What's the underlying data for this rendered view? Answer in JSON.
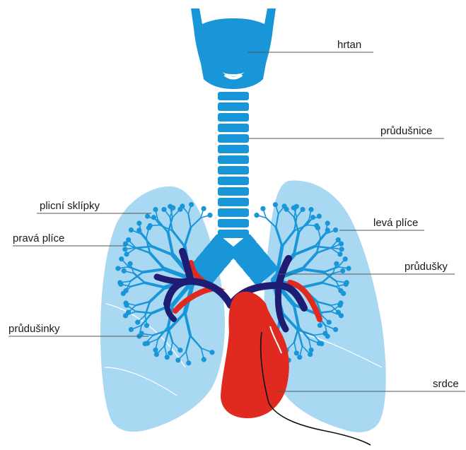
{
  "labels": {
    "hrtan": "hrtan",
    "prudusnice": "průdušnice",
    "plicni_sklipky": "plicní sklípky",
    "leva_plice": "levá plíce",
    "prava_plice": "pravá plíce",
    "prudusky": "průdušky",
    "prudusinky": "průdušinky",
    "srdce": "srdce"
  },
  "colors": {
    "lung": "#a9d8f3",
    "airway": "#1896d8",
    "vessel_dark": "#1e1c73",
    "heart": "#e02a20",
    "leader_line": "#555555"
  }
}
